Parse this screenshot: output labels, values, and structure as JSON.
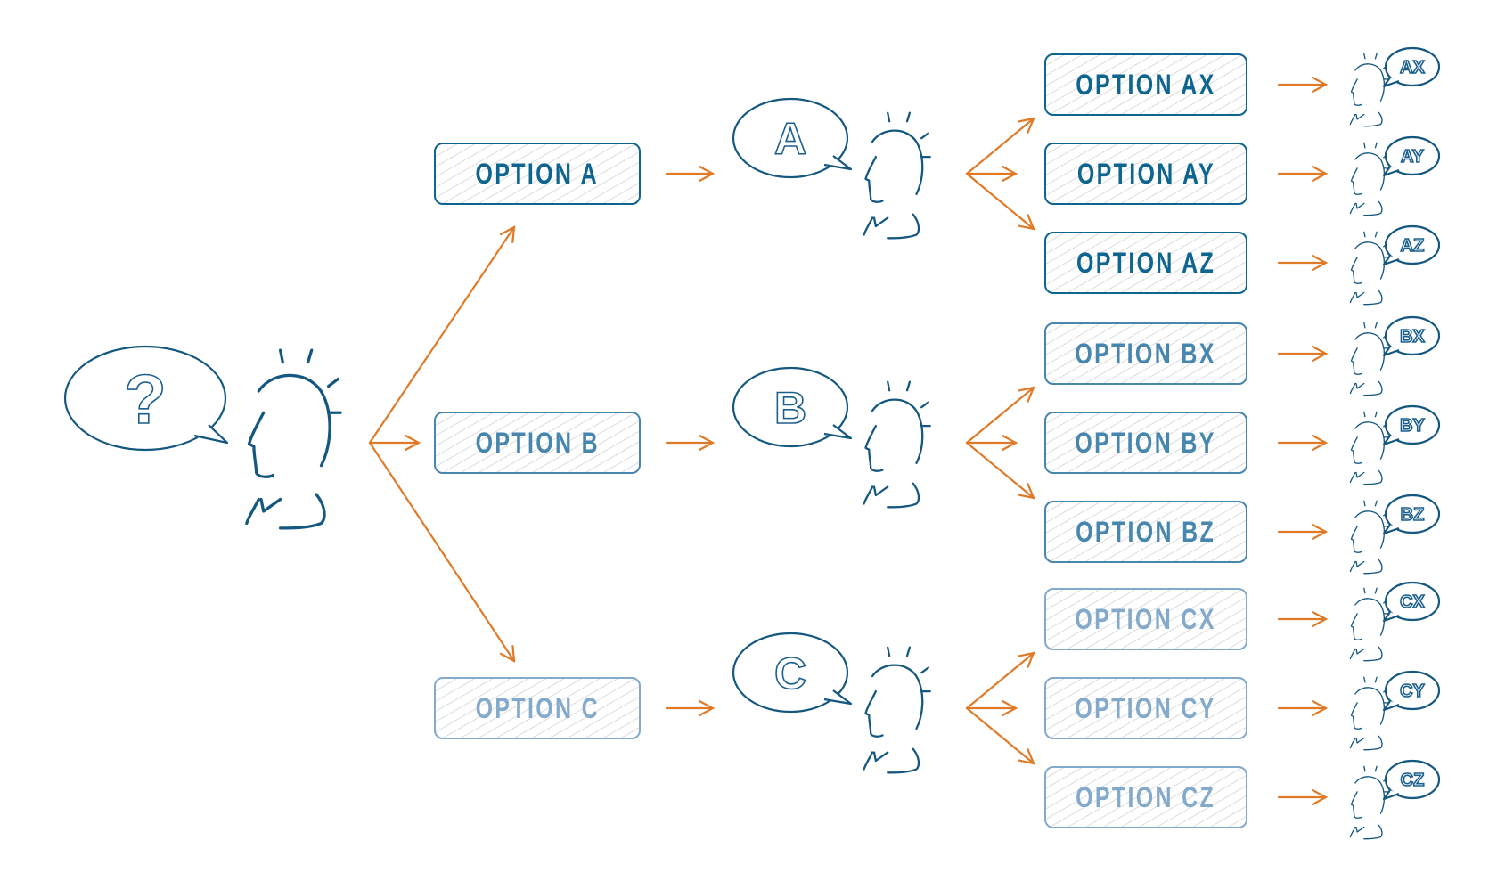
{
  "colors": {
    "outline_dark": "#14577f",
    "arrow": "#e07a27",
    "tier_dark": "#0e6590",
    "tier_mid": "#4786ad",
    "tier_light": "#83aacb"
  },
  "root": {
    "speech_bubble_symbol": "?",
    "icons": [
      "person-thinking-icon",
      "speech-bubble-icon"
    ]
  },
  "level1": [
    {
      "id": "A",
      "label": "OPTION A",
      "bubble": "A",
      "tone": "dark",
      "children": [
        {
          "id": "AX",
          "label": "OPTION AX",
          "bubble": "AX"
        },
        {
          "id": "AY",
          "label": "OPTION AY",
          "bubble": "AY"
        },
        {
          "id": "AZ",
          "label": "OPTION AZ",
          "bubble": "AZ"
        }
      ]
    },
    {
      "id": "B",
      "label": "OPTION B",
      "bubble": "B",
      "tone": "mid",
      "children": [
        {
          "id": "BX",
          "label": "OPTION BX",
          "bubble": "BX"
        },
        {
          "id": "BY",
          "label": "OPTION BY",
          "bubble": "BY"
        },
        {
          "id": "BZ",
          "label": "OPTION BZ",
          "bubble": "BZ"
        }
      ]
    },
    {
      "id": "C",
      "label": "OPTION C",
      "bubble": "C",
      "tone": "light",
      "children": [
        {
          "id": "CX",
          "label": "OPTION CX",
          "bubble": "CX"
        },
        {
          "id": "CY",
          "label": "OPTION CY",
          "bubble": "CY"
        },
        {
          "id": "CZ",
          "label": "OPTION CZ",
          "bubble": "CZ"
        }
      ]
    }
  ]
}
